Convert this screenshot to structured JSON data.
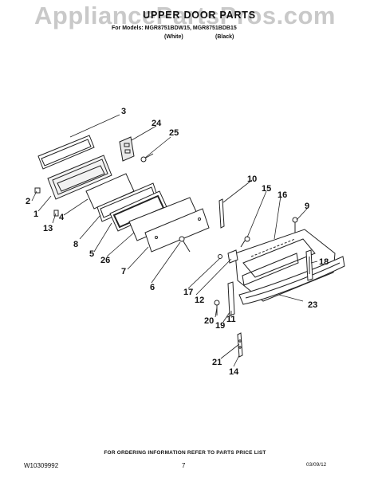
{
  "header": {
    "watermark": "AppliancePartsPros.com",
    "title": "UPPER DOOR PARTS",
    "models_line": "For Models: MGR8751BDW15, MGR8751BDB15",
    "color_white": "(White)",
    "color_black": "(Black)"
  },
  "callouts": {
    "c1": "1",
    "c2": "2",
    "c3": "3",
    "c4": "4",
    "c5": "5",
    "c6": "6",
    "c7": "7",
    "c8": "8",
    "c9": "9",
    "c10": "10",
    "c11": "11",
    "c12": "12",
    "c13": "13",
    "c14": "14",
    "c15": "15",
    "c16": "16",
    "c17": "17",
    "c18": "18",
    "c19": "19",
    "c20": "20",
    "c21": "21",
    "c23": "23",
    "c24": "24",
    "c25": "25",
    "c26": "26"
  },
  "footer": {
    "ordering_info": "FOR ORDERING INFORMATION REFER TO PARTS PRICE LIST",
    "doc_number": "W10309992",
    "page_number": "7",
    "date_code": "03/09/12"
  }
}
